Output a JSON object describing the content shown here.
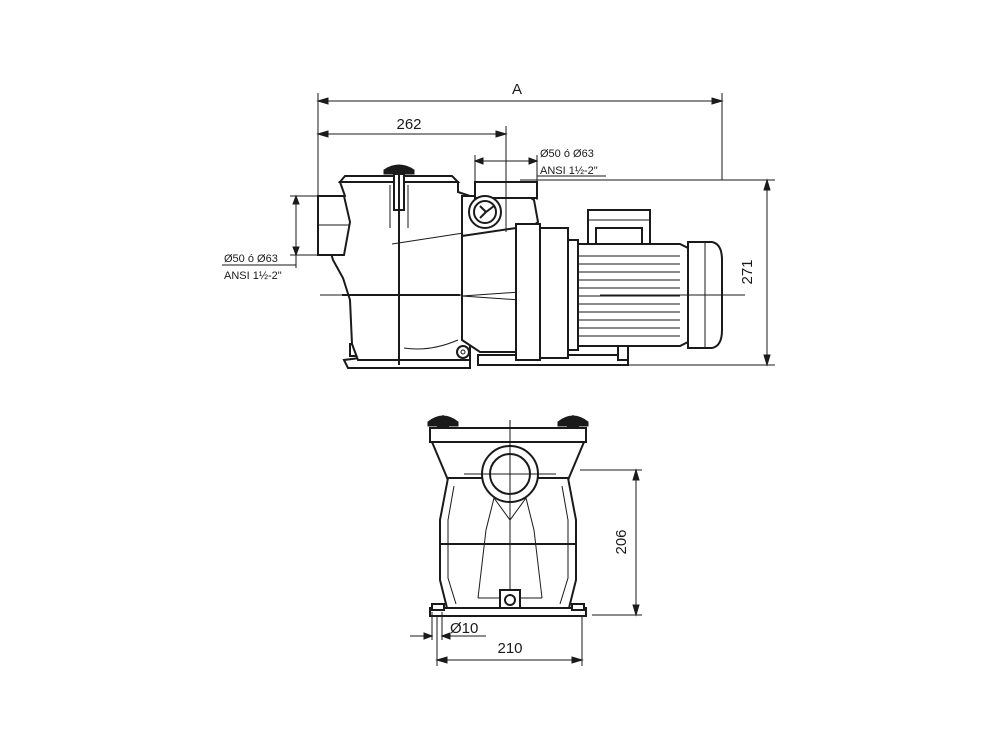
{
  "side_view": {
    "dim_overall_length": "A",
    "dim_suction_offset": "262",
    "dim_height": "271",
    "outlet_label_1": "Ø50 ó Ø63",
    "outlet_label_2": "ANSI 1½-2\"",
    "inlet_label_1": "Ø50 ó Ø63",
    "inlet_label_2": "ANSI 1½-2\""
  },
  "front_view": {
    "dim_height": "206",
    "dim_width": "210",
    "dim_hole": "Ø10"
  },
  "colors": {
    "ink": "#1a1a1a",
    "background": "#ffffff"
  }
}
